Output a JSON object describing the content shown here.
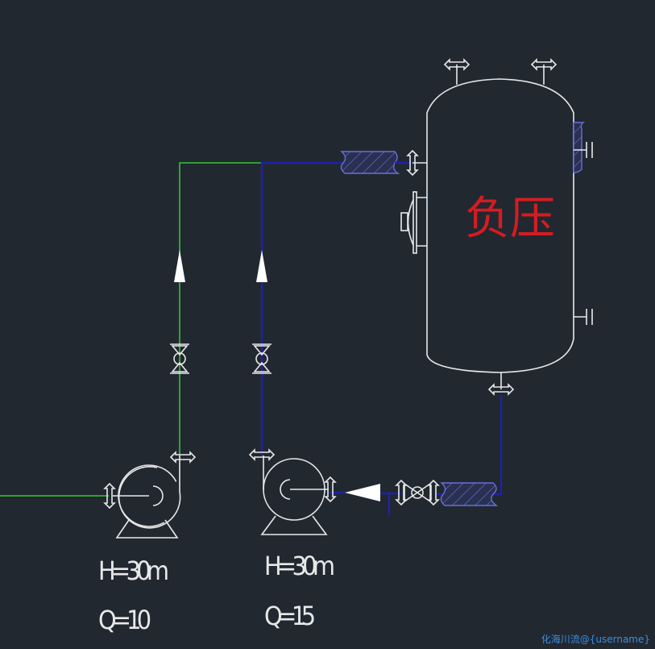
{
  "tank": {
    "label": "负压"
  },
  "pumps": [
    {
      "head": "H=30m",
      "flow": "Q=10",
      "line_color": "#2fb42f"
    },
    {
      "head": "H=30m",
      "flow": "Q=15",
      "line_color": "#1f22a8"
    }
  ],
  "watermark": "化海川流@{username}"
}
